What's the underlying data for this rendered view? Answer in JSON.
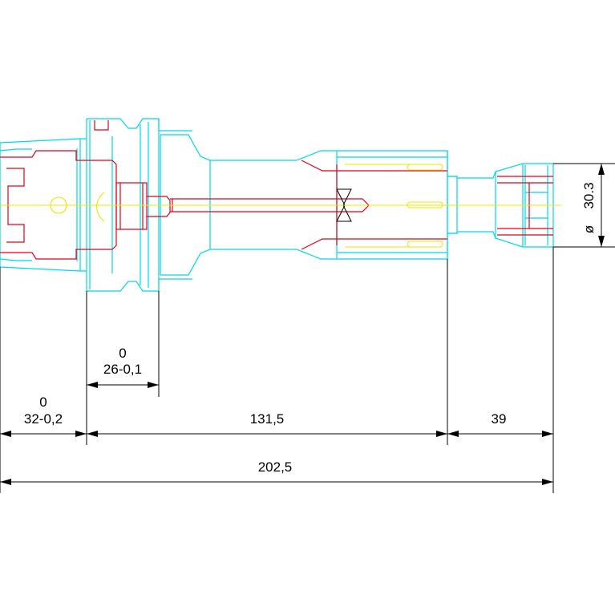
{
  "colors": {
    "background": "#ffffff",
    "outline": "#00d8e8",
    "detail": "#e0001a",
    "centerline": "#e8e800",
    "dimension": "#000000"
  },
  "dimensions": {
    "flange_width": {
      "tol_upper": "0",
      "value": "26-0,1"
    },
    "shank_length": {
      "tol_upper": "0",
      "value": "32-0,2"
    },
    "body_length": {
      "value": "131,5"
    },
    "nut_length": {
      "value": "39"
    },
    "overall_length": {
      "value": "202,5"
    },
    "nut_diameter": {
      "symbol": "ø",
      "value": "30.3"
    }
  }
}
